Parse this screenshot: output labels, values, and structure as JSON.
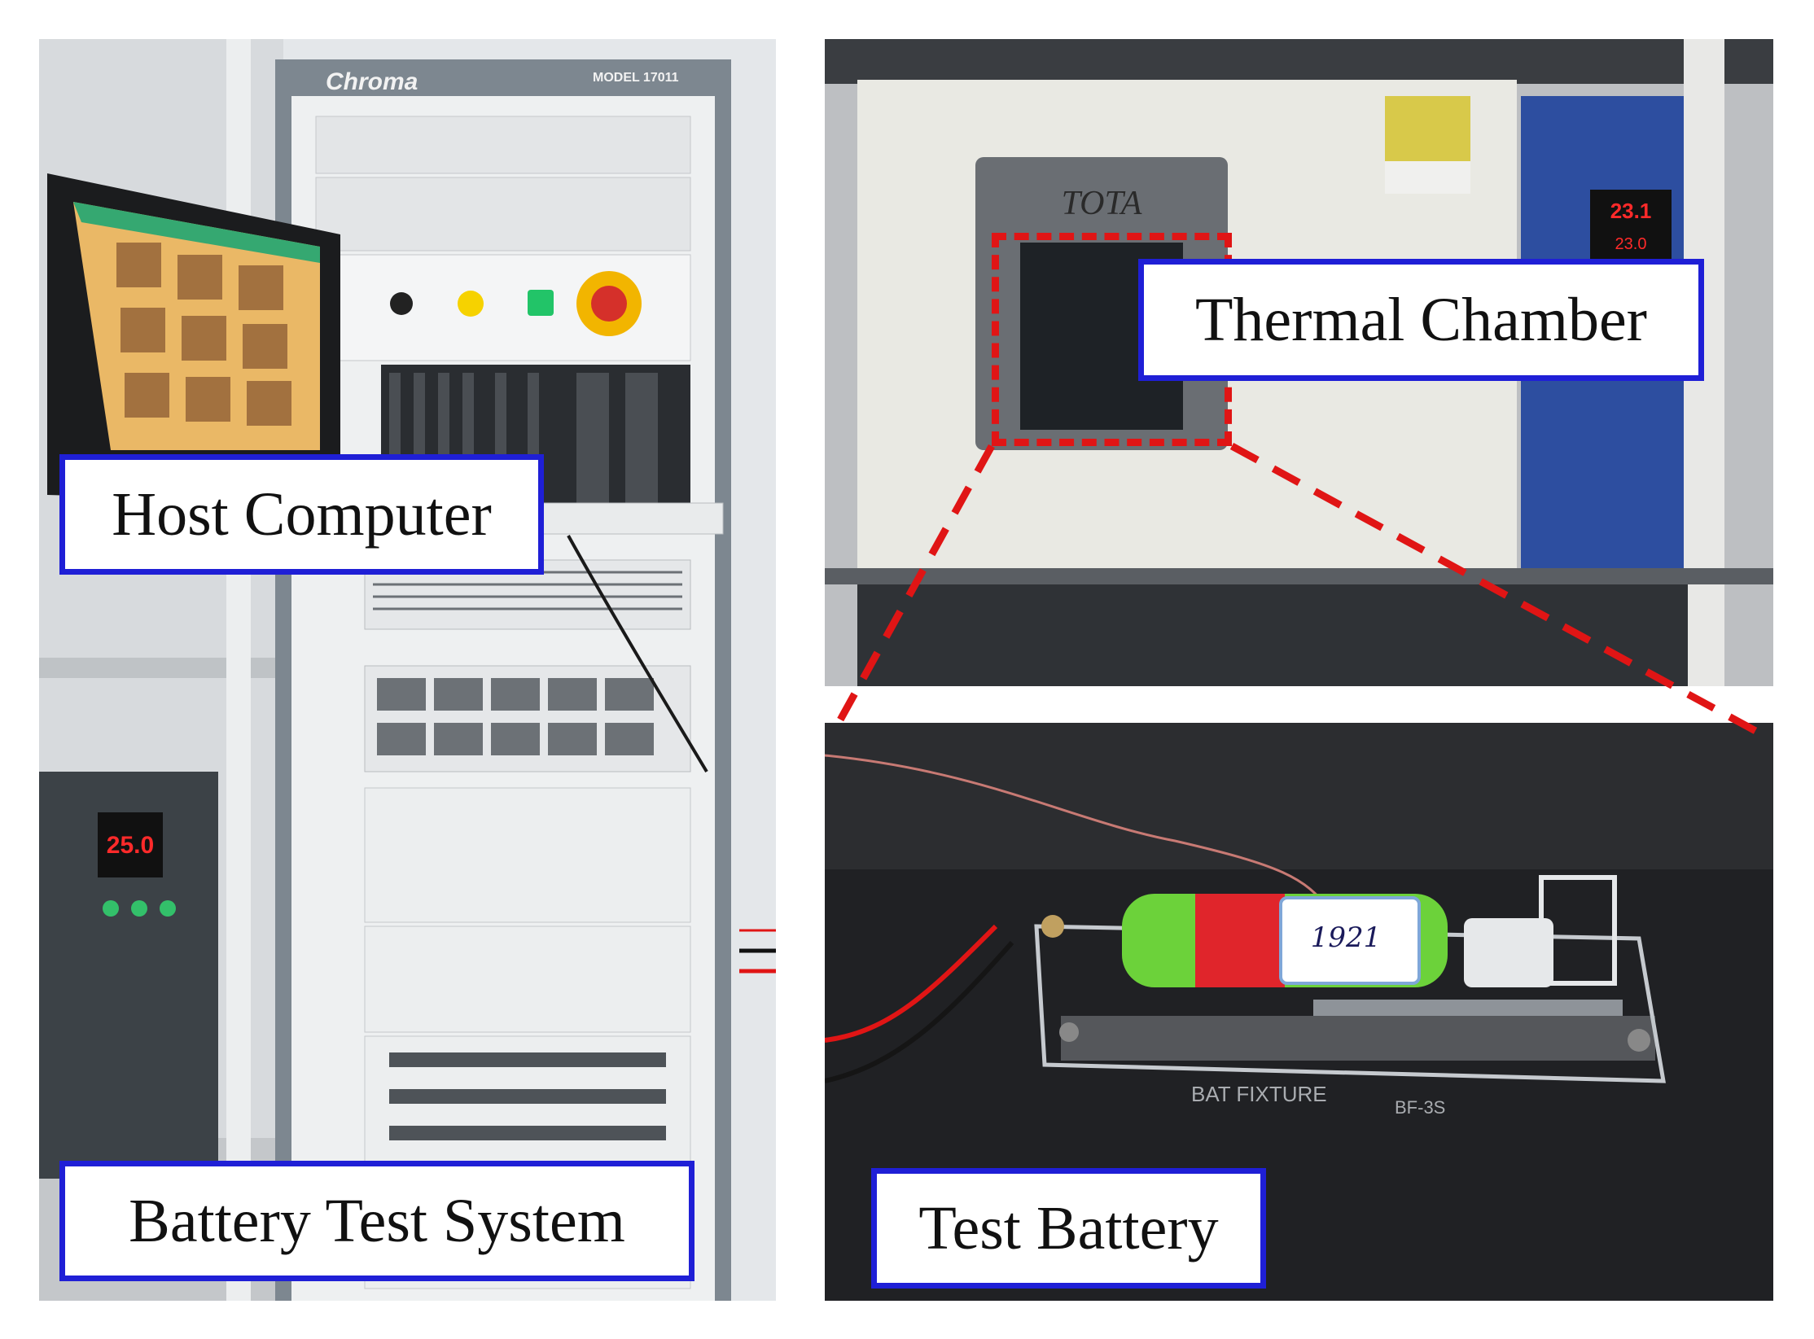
{
  "labels": {
    "host_computer": "Host Computer",
    "battery_test_system": "Battery Test System",
    "thermal_chamber": "Thermal Chamber",
    "test_battery": "Test Battery"
  },
  "equipment": {
    "cabinet_brand": "Chroma",
    "cabinet_model": "MODEL 17011",
    "chamber_brand": "TOTA",
    "controller_display": "25.0",
    "chamber_display_top": "23.1",
    "chamber_display_bottom": "23.0",
    "cell_marking": "1921",
    "fixture_text": "BAT FIXTURE",
    "fixture_model": "BF-3S"
  },
  "colors": {
    "label_border": "#1f1fd6",
    "dashed_callout": "#e01515",
    "battery_green": "#6cd23a",
    "battery_red": "#e0252b",
    "estop_yellow": "#f2b500"
  }
}
